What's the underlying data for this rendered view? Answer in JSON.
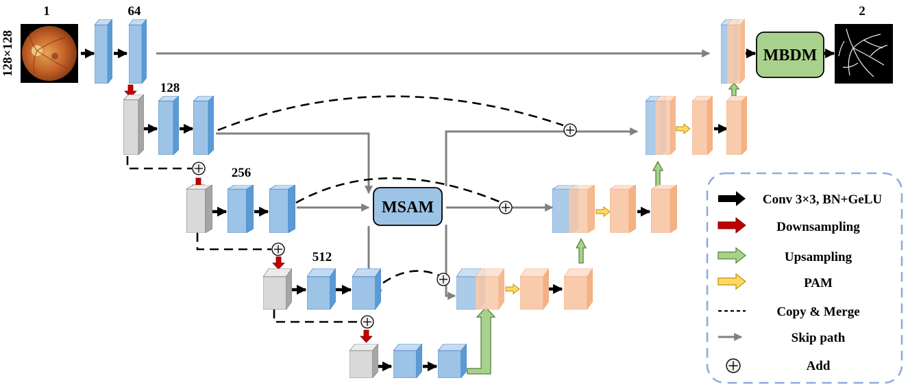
{
  "labels": {
    "input_size": "128×128",
    "ch_in": "1",
    "ch_64": "64",
    "ch_128": "128",
    "ch_256": "256",
    "ch_512": "512",
    "ch_out": "2"
  },
  "modules": {
    "msam": "MSAM",
    "mbdm": "MBDM"
  },
  "legend": {
    "conv": "Conv 3×3, BN+GeLU",
    "down": "Downsampling",
    "up": "Upsampling",
    "pam": "PAM",
    "copy": "Copy & Merge",
    "skip": "Skip path",
    "add": "Add"
  },
  "colors": {
    "blue_front": "#9dc3e6",
    "blue_side": "#5b9bd5",
    "orange_front": "#f8cbad",
    "orange_side": "#f4b183",
    "gray_front": "#d9d9d9",
    "gray_side": "#a6a6a6",
    "downsample": "#c00000",
    "upsample": "#a9d18e",
    "pam": "#ffd966",
    "skip": "#808080",
    "legend_border": "#8faadc"
  },
  "images": {
    "input": "retinal-fundus-image",
    "output": "vessel-segmentation-map"
  }
}
